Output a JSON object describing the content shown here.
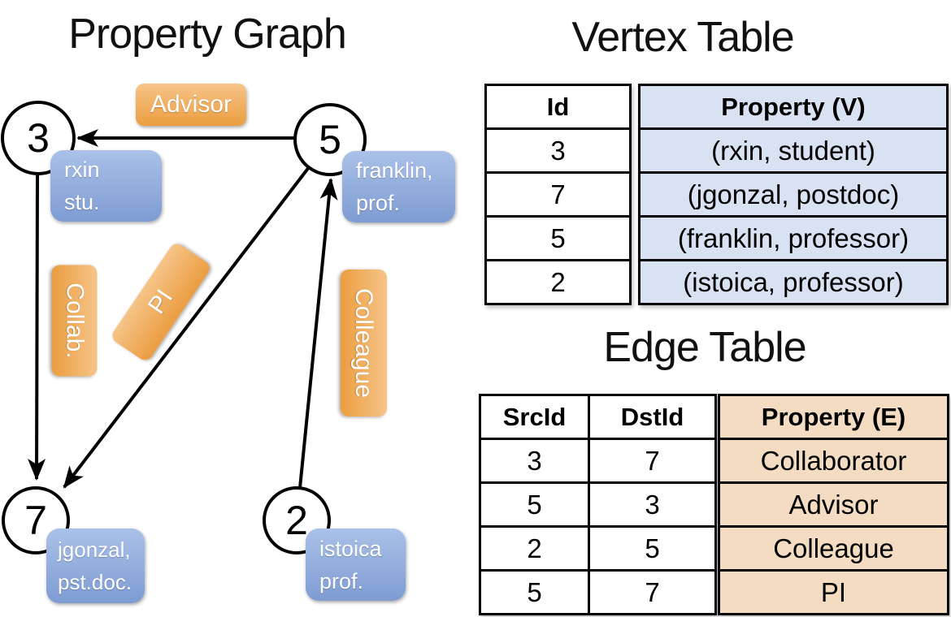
{
  "graph": {
    "title": "Property Graph",
    "nodes": [
      {
        "id": "3",
        "label_lines": [
          "rxin",
          "stu."
        ]
      },
      {
        "id": "5",
        "label_lines": [
          "franklin,",
          "prof."
        ]
      },
      {
        "id": "7",
        "label_lines": [
          "jgonzal,",
          "pst.doc."
        ]
      },
      {
        "id": "2",
        "label_lines": [
          "istoica",
          "prof."
        ]
      }
    ],
    "edge_labels": {
      "advisor": "Advisor",
      "collab": "Collab.",
      "pi": "PI",
      "colleague": "Colleague"
    }
  },
  "vertex_table": {
    "title": "Vertex Table",
    "columns": {
      "id": "Id",
      "property": "Property (V)"
    },
    "rows": [
      {
        "id": "3",
        "property": "(rxin, student)"
      },
      {
        "id": "7",
        "property": "(jgonzal, postdoc)"
      },
      {
        "id": "5",
        "property": "(franklin, professor)"
      },
      {
        "id": "2",
        "property": "(istoica, professor)"
      }
    ]
  },
  "edge_table": {
    "title": "Edge Table",
    "columns": {
      "src": "SrcId",
      "dst": "DstId",
      "property": "Property (E)"
    },
    "rows": [
      {
        "src": "3",
        "dst": "7",
        "property": "Collaborator"
      },
      {
        "src": "5",
        "dst": "3",
        "property": "Advisor"
      },
      {
        "src": "2",
        "dst": "5",
        "property": "Colleague"
      },
      {
        "src": "5",
        "dst": "7",
        "property": "PI"
      }
    ]
  },
  "colors": {
    "edge_label_orange_top": "#f6c488",
    "edge_label_orange_bottom": "#eb9d40",
    "vertex_label_blue_top": "#aac1e8",
    "vertex_label_blue_bottom": "#7e9cd3",
    "vertex_table_fill": "#d9e2f3",
    "edge_table_fill": "#f4dcc2",
    "line_color": "#000000"
  }
}
